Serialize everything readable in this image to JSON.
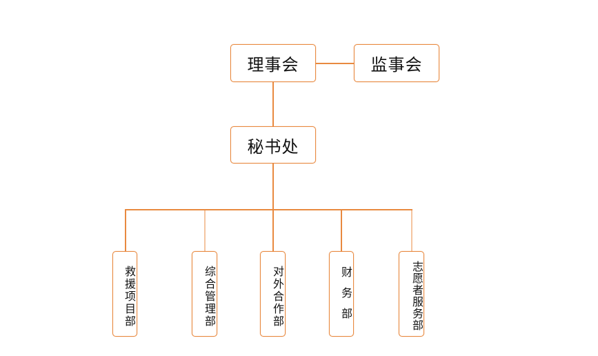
{
  "org_chart": {
    "board": "理事会",
    "supervisory": "监事会",
    "secretariat": "秘书处",
    "departments": [
      "救援项目部",
      "综合管理部",
      "对外合作部",
      "财务部",
      "志愿者服务部"
    ]
  },
  "colors": {
    "line": "#e8893f",
    "border": "#e8893f",
    "text": "#111111",
    "background": "#ffffff"
  }
}
